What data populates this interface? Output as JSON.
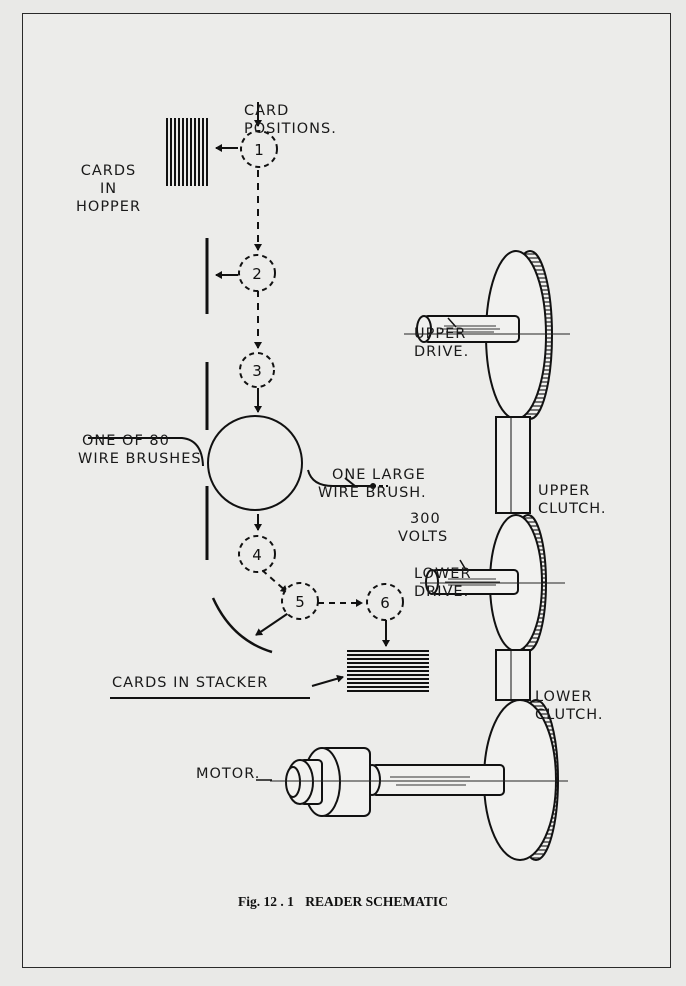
{
  "labels": {
    "card_positions_1": "CARD",
    "card_positions_2": "POSITIONS.",
    "cards_in_hopper_1": "CARDS",
    "cards_in_hopper_2": "IN",
    "cards_in_hopper_3": "HOPPER",
    "wire_brushes_1": "ONE OF 80",
    "wire_brushes_2": "WIRE BRUSHES",
    "large_brush_1": "ONE LARGE",
    "large_brush_2": "WIRE BRUSH.",
    "volts_1": "300",
    "volts_2": "VOLTS",
    "cards_in_stacker": "CARDS IN STACKER",
    "upper_drive_1": "UPPER",
    "upper_drive_2": "DRIVE.",
    "upper_clutch_1": "UPPER",
    "upper_clutch_2": "CLUTCH.",
    "lower_drive_1": "LOWER",
    "lower_drive_2": "DRIVE.",
    "lower_clutch_1": "LOWER",
    "lower_clutch_2": "CLUTCH.",
    "motor": "MOTOR."
  },
  "positions": [
    "1",
    "2",
    "3",
    "4",
    "5",
    "6"
  ],
  "caption": {
    "fig": "Fig. 12 . 1",
    "title": "READER SCHEMATIC"
  }
}
